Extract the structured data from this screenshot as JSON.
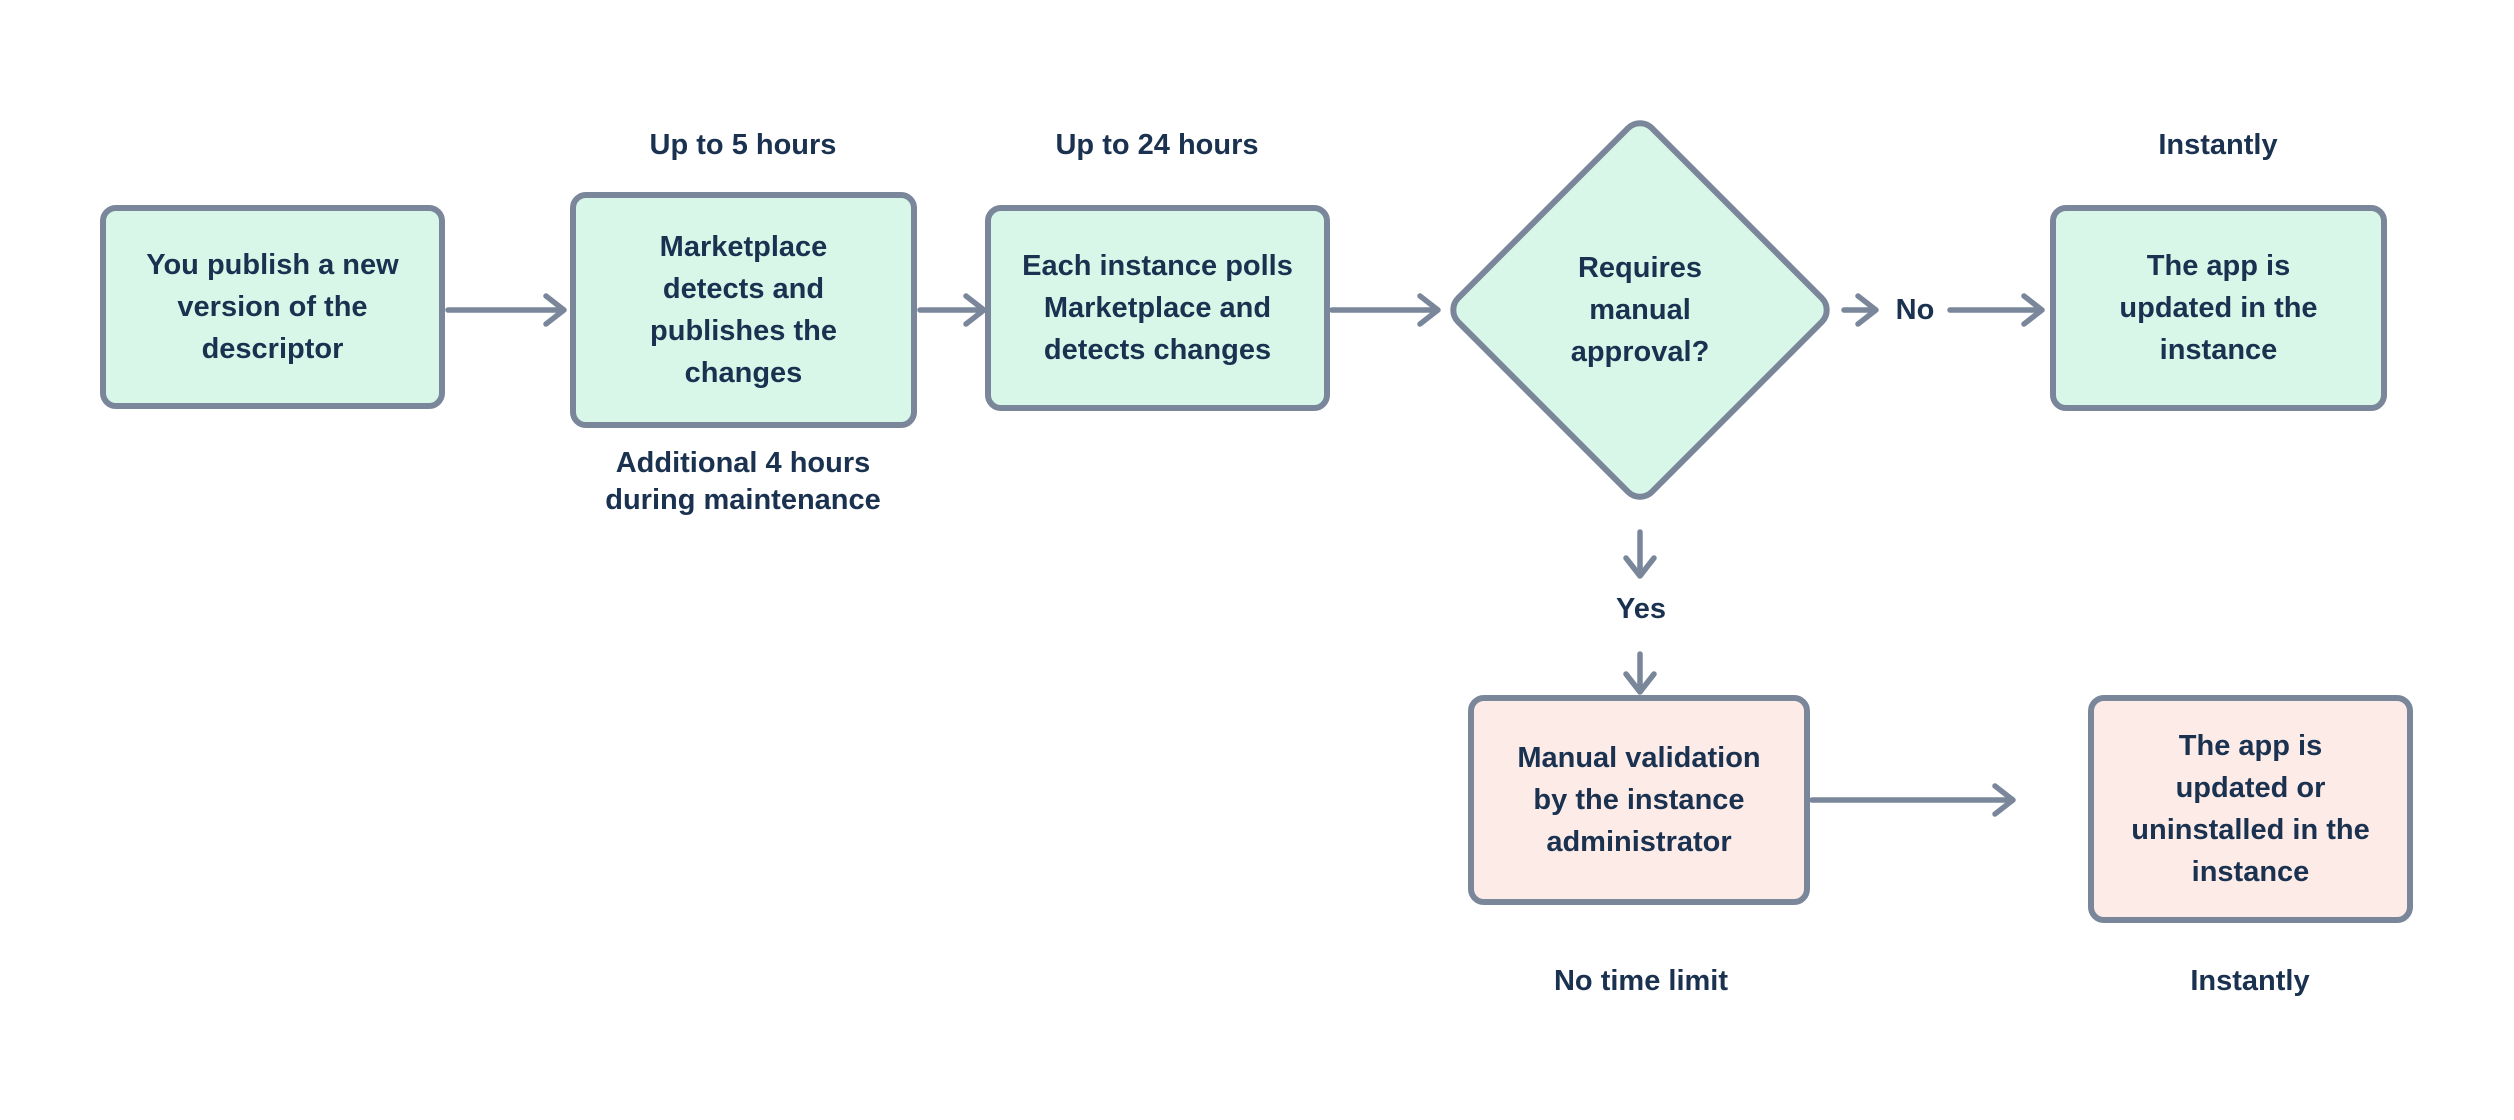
{
  "theme": {
    "mint": "#D8F7E9",
    "pink": "#FCEBE7",
    "line": "#7A869A",
    "ink": "#1A3150",
    "background": "#FFFFFF"
  },
  "nodes": {
    "publish": {
      "label": "You publish a new\nversion of the\ndescriptor",
      "shape": "rectangle",
      "fill": "mint"
    },
    "marketplace": {
      "label": "Marketplace\ndetects and\npublishes the\nchanges",
      "shape": "rectangle",
      "fill": "mint"
    },
    "poll": {
      "label": "Each instance polls\nMarketplace and\ndetects changes",
      "shape": "rectangle",
      "fill": "mint"
    },
    "decision": {
      "label": "Requires\nmanual\napproval?",
      "shape": "diamond",
      "fill": "mint"
    },
    "updated_instantly": {
      "label": "The app is\nupdated in the\ninstance",
      "shape": "rectangle",
      "fill": "mint"
    },
    "manual_validation": {
      "label": "Manual validation\nby the instance\nadministrator",
      "shape": "rectangle",
      "fill": "pink"
    },
    "updated_after_validation": {
      "label": "The app is\nupdated or\nuninstalled in the\ninstance",
      "shape": "rectangle",
      "fill": "pink"
    }
  },
  "annotations": {
    "up_to_5_hours": "Up to 5 hours",
    "additional_4_hours": "Additional 4 hours\nduring maintenance",
    "up_to_24_hours": "Up to 24 hours",
    "instantly_top": "Instantly",
    "no_branch": "No",
    "yes_branch": "Yes",
    "no_time_limit": "No time limit",
    "instantly_bottom": "Instantly"
  }
}
